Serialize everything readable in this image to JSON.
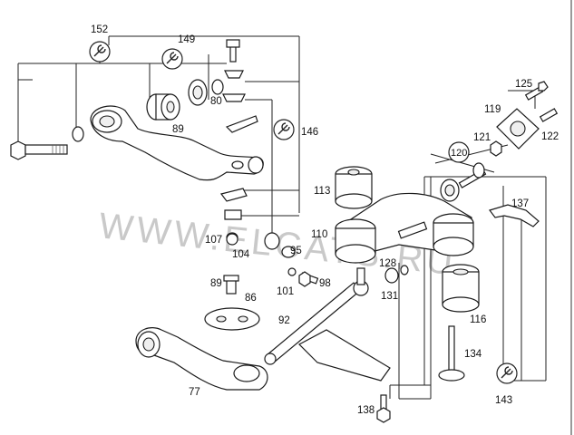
{
  "watermark": "WWW.ELCATS.RU",
  "labels": {
    "l152": "152",
    "l149": "149",
    "l80": "80",
    "l89a": "89",
    "l146": "146",
    "l113": "113",
    "l110": "110",
    "l107": "107",
    "l104": "104",
    "l95": "95",
    "l101": "101",
    "l98": "98",
    "l89b": "89",
    "l86": "86",
    "l92": "92",
    "l77": "77",
    "l128": "128",
    "l131": "131",
    "l116": "116",
    "l134": "134",
    "l143": "143",
    "l138": "138",
    "l125": "125",
    "l119": "119",
    "l122": "122",
    "l120": "120",
    "l121": "121",
    "l137": "137"
  }
}
